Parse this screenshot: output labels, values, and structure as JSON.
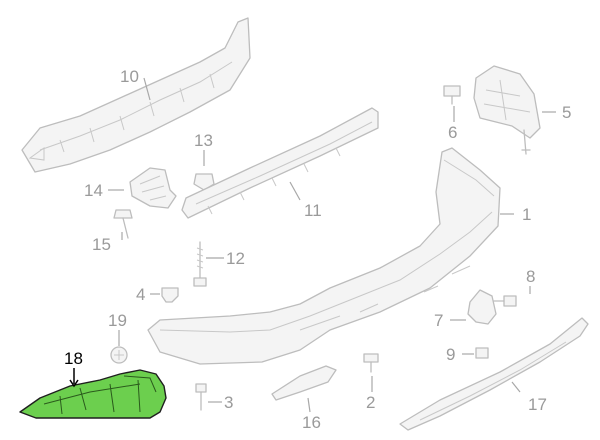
{
  "diagram": {
    "highlight_color": "#6ccf4e",
    "callouts": [
      {
        "id": "c1",
        "label": "1"
      },
      {
        "id": "c2",
        "label": "2"
      },
      {
        "id": "c3",
        "label": "3"
      },
      {
        "id": "c4",
        "label": "4"
      },
      {
        "id": "c5",
        "label": "5"
      },
      {
        "id": "c6",
        "label": "6"
      },
      {
        "id": "c7",
        "label": "7"
      },
      {
        "id": "c8",
        "label": "8"
      },
      {
        "id": "c9",
        "label": "9"
      },
      {
        "id": "c10",
        "label": "10"
      },
      {
        "id": "c11",
        "label": "11"
      },
      {
        "id": "c12",
        "label": "12"
      },
      {
        "id": "c13",
        "label": "13"
      },
      {
        "id": "c14",
        "label": "14"
      },
      {
        "id": "c15",
        "label": "15"
      },
      {
        "id": "c16",
        "label": "16"
      },
      {
        "id": "c17",
        "label": "17"
      },
      {
        "id": "c18",
        "label": "18"
      },
      {
        "id": "c19",
        "label": "19"
      }
    ]
  }
}
